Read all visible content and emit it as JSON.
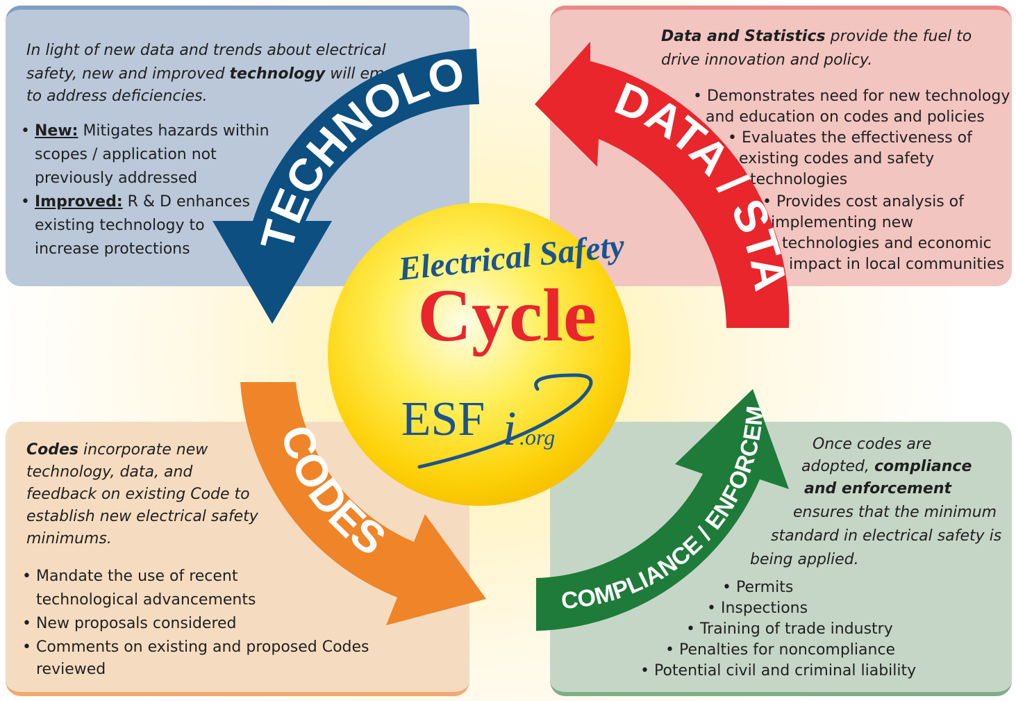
{
  "title": {
    "line1": "Electrical Safety",
    "line2": "Cycle",
    "logo_main": "ESF",
    "logo_i": "i",
    "logo_suffix": ".org"
  },
  "arrows": {
    "technology": "TECHNOLOGY",
    "data": "DATA / STATS",
    "codes": "CODES",
    "compliance": "COMPLIANCE / ENFORCEMENT"
  },
  "colors": {
    "technology": "#0d4f80",
    "data": "#e8262c",
    "codes": "#f08428",
    "compliance": "#1e7b3a",
    "title_blue": "#1a5490",
    "title_red": "#e8262c"
  },
  "technology": {
    "intro_1": "In light of new data and trends about electrical",
    "intro_2": "safety, new and improved ",
    "intro_bold": "technology",
    "intro_3": " will emerge",
    "intro_4": "to address deficiencies.",
    "new_label": "New:",
    "new_1": " Mitigates hazards within",
    "new_2": "scopes / application not",
    "new_3": "previously addressed",
    "improved_label": "Improved:",
    "improved_1": " R & D enhances",
    "improved_2": "existing technology to",
    "improved_3": "increase protections"
  },
  "data": {
    "intro_bold": "Data and Statistics",
    "intro_1": " provide the fuel to",
    "intro_2": "drive innovation and policy.",
    "b1_1": "• Demonstrates need for new technology",
    "b1_2": "and education on codes and policies",
    "b2_1": "• Evaluates the effectiveness of",
    "b2_2": "existing codes and safety",
    "b2_3": "technologies",
    "b3_1": "• Provides cost analysis of",
    "b3_2": "implementing new",
    "b3_3": "technologies and economic",
    "b3_4": "impact in local communities"
  },
  "codes": {
    "intro_bold": "Codes",
    "intro_1": " incorporate new",
    "intro_2": "technology, data, and",
    "intro_3": "feedback on existing Code to",
    "intro_4": "establish new electrical safety",
    "intro_5": "minimums.",
    "b1_1": "• Mandate the use of recent",
    "b1_2": "technological advancements",
    "b2": "• New proposals considered",
    "b3_1": "• Comments on existing and proposed Codes",
    "b3_2": "reviewed"
  },
  "compliance": {
    "intro_1": "Once codes are",
    "intro_2": "adopted, ",
    "intro_bold_1": "compliance",
    "intro_bold_2": "and enforcement",
    "intro_3": "ensures that the minimum",
    "intro_4": "standard in electrical safety is",
    "intro_5": "being applied.",
    "b1": "• Permits",
    "b2": "• Inspections",
    "b3": "• Training of trade industry",
    "b4": "• Penalties for noncompliance",
    "b5": "• Potential civil and criminal liability"
  }
}
